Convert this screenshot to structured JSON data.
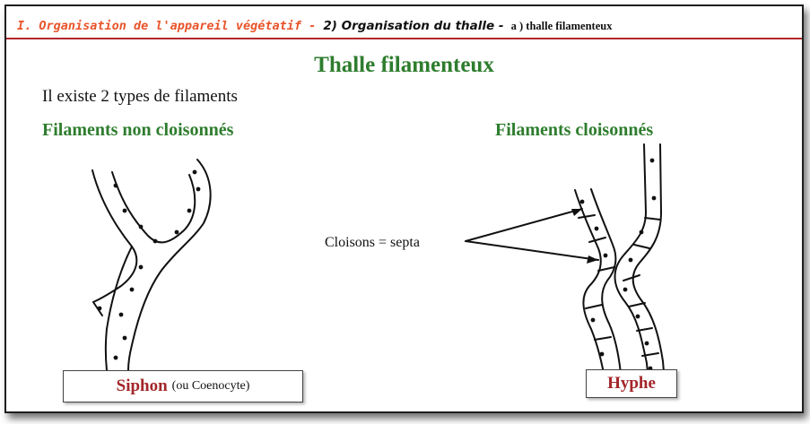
{
  "header": {
    "part1": "I. Organisation de l'appareil végétatif -",
    "part2": "2) Organisation du thalle -",
    "part3": "a ) thalle filamenteux"
  },
  "title": "Thalle filamenteux",
  "intro": "Il existe 2 types de filaments",
  "left": {
    "heading": "Filaments non cloisonnés",
    "label_main": "Siphon",
    "label_paren": "(ou Coenocyte)"
  },
  "right": {
    "heading": "Filaments cloisonnés",
    "label_main": "Hyphe"
  },
  "annotation": "Cloisons = septa",
  "colors": {
    "header_accent": "#e8542a",
    "header_rule": "#b0282c",
    "title_green": "#2e7d2e",
    "label_red": "#a3262a"
  }
}
